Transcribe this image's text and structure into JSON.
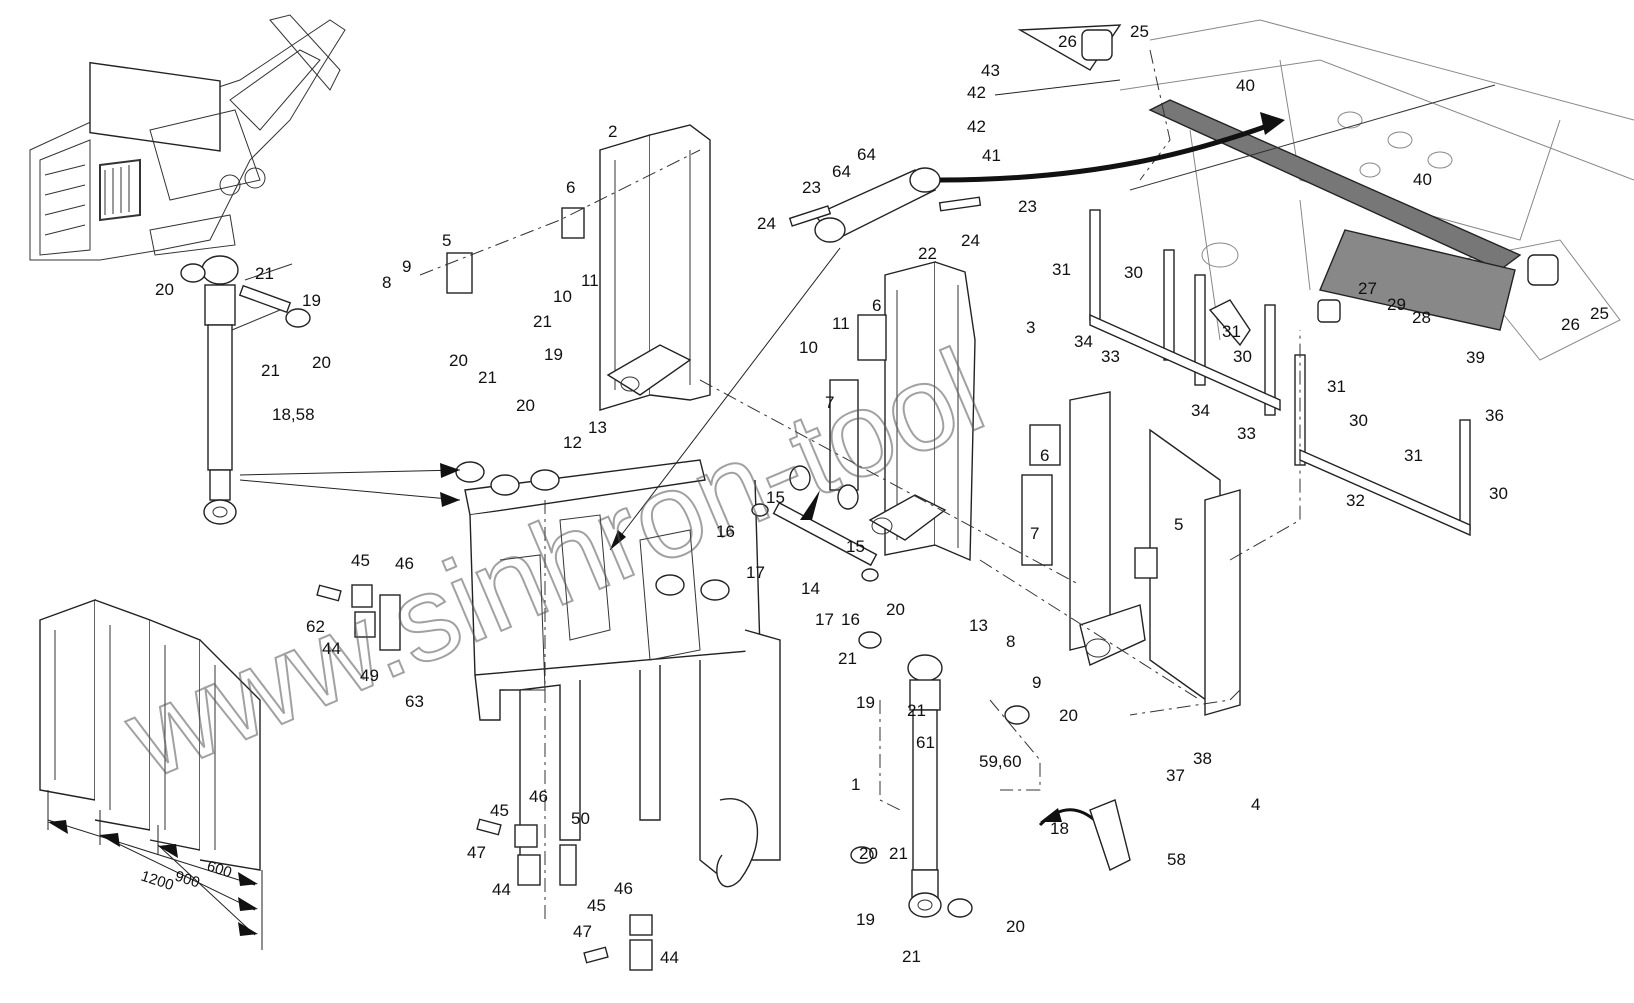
{
  "diagram": {
    "callouts": [
      {
        "id": "c-2",
        "text": "2"
      },
      {
        "id": "c-6a",
        "text": "6"
      },
      {
        "id": "c-5a",
        "text": "5"
      },
      {
        "id": "c-9a",
        "text": "9"
      },
      {
        "id": "c-8a",
        "text": "8"
      },
      {
        "id": "c-10a",
        "text": "10"
      },
      {
        "id": "c-11a",
        "text": "11"
      },
      {
        "id": "c-21a",
        "text": "21"
      },
      {
        "id": "c-19a",
        "text": "19"
      },
      {
        "id": "c-20a",
        "text": "20"
      },
      {
        "id": "c-21b",
        "text": "21"
      },
      {
        "id": "c-20b",
        "text": "20"
      },
      {
        "id": "c-18-58",
        "text": "18,58"
      },
      {
        "id": "c-21c",
        "text": "21"
      },
      {
        "id": "c-19b",
        "text": "19"
      },
      {
        "id": "c-20c",
        "text": "20"
      },
      {
        "id": "c-21d",
        "text": "21"
      },
      {
        "id": "c-20d",
        "text": "20"
      },
      {
        "id": "c-12",
        "text": "12"
      },
      {
        "id": "c-13a",
        "text": "13"
      },
      {
        "id": "c-64a",
        "text": "64"
      },
      {
        "id": "c-64b",
        "text": "64"
      },
      {
        "id": "c-23a",
        "text": "23"
      },
      {
        "id": "c-24a",
        "text": "24"
      },
      {
        "id": "c-22",
        "text": "22"
      },
      {
        "id": "c-23b",
        "text": "23"
      },
      {
        "id": "c-24b",
        "text": "24"
      },
      {
        "id": "c-26a",
        "text": "26"
      },
      {
        "id": "c-25a",
        "text": "25"
      },
      {
        "id": "c-43",
        "text": "43"
      },
      {
        "id": "c-42a",
        "text": "42"
      },
      {
        "id": "c-42b",
        "text": "42"
      },
      {
        "id": "c-41",
        "text": "41"
      },
      {
        "id": "c-40a",
        "text": "40"
      },
      {
        "id": "c-40b",
        "text": "40"
      },
      {
        "id": "c-31a",
        "text": "31"
      },
      {
        "id": "c-30a",
        "text": "30"
      },
      {
        "id": "c-34a",
        "text": "34"
      },
      {
        "id": "c-33a",
        "text": "33"
      },
      {
        "id": "c-31b",
        "text": "31"
      },
      {
        "id": "c-30b",
        "text": "30"
      },
      {
        "id": "c-34b",
        "text": "34"
      },
      {
        "id": "c-33b",
        "text": "33"
      },
      {
        "id": "c-27",
        "text": "27"
      },
      {
        "id": "c-29",
        "text": "29"
      },
      {
        "id": "c-28",
        "text": "28"
      },
      {
        "id": "c-26b",
        "text": "26"
      },
      {
        "id": "c-25b",
        "text": "25"
      },
      {
        "id": "c-39",
        "text": "39"
      },
      {
        "id": "c-31c",
        "text": "31"
      },
      {
        "id": "c-30c",
        "text": "30"
      },
      {
        "id": "c-36",
        "text": "36"
      },
      {
        "id": "c-31d",
        "text": "31"
      },
      {
        "id": "c-30d",
        "text": "30"
      },
      {
        "id": "c-32",
        "text": "32"
      },
      {
        "id": "c-6b",
        "text": "6"
      },
      {
        "id": "c-3",
        "text": "3"
      },
      {
        "id": "c-11b",
        "text": "11"
      },
      {
        "id": "c-10b",
        "text": "10"
      },
      {
        "id": "c-7a",
        "text": "7"
      },
      {
        "id": "c-6c",
        "text": "6"
      },
      {
        "id": "c-7b",
        "text": "7"
      },
      {
        "id": "c-5b",
        "text": "5"
      },
      {
        "id": "c-15a",
        "text": "15"
      },
      {
        "id": "c-15b",
        "text": "15"
      },
      {
        "id": "c-16a",
        "text": "16"
      },
      {
        "id": "c-17a",
        "text": "17"
      },
      {
        "id": "c-14",
        "text": "14"
      },
      {
        "id": "c-17b",
        "text": "17"
      },
      {
        "id": "c-16b",
        "text": "16"
      },
      {
        "id": "c-20e",
        "text": "20"
      },
      {
        "id": "c-13b",
        "text": "13"
      },
      {
        "id": "c-8b",
        "text": "8"
      },
      {
        "id": "c-9b",
        "text": "9"
      },
      {
        "id": "c-21e",
        "text": "21"
      },
      {
        "id": "c-19c",
        "text": "19"
      },
      {
        "id": "c-21f",
        "text": "21"
      },
      {
        "id": "c-20f",
        "text": "20"
      },
      {
        "id": "c-61",
        "text": "61"
      },
      {
        "id": "c-59-60",
        "text": "59,60"
      },
      {
        "id": "c-37",
        "text": "37"
      },
      {
        "id": "c-38",
        "text": "38"
      },
      {
        "id": "c-4",
        "text": "4"
      },
      {
        "id": "c-1",
        "text": "1"
      },
      {
        "id": "c-18",
        "text": "18"
      },
      {
        "id": "c-58",
        "text": "58"
      },
      {
        "id": "c-20g",
        "text": "20"
      },
      {
        "id": "c-21g",
        "text": "21"
      },
      {
        "id": "c-19d",
        "text": "19"
      },
      {
        "id": "c-21h",
        "text": "21"
      },
      {
        "id": "c-20h",
        "text": "20"
      },
      {
        "id": "c-45a",
        "text": "45"
      },
      {
        "id": "c-46a",
        "text": "46"
      },
      {
        "id": "c-62",
        "text": "62"
      },
      {
        "id": "c-44a",
        "text": "44"
      },
      {
        "id": "c-49",
        "text": "49"
      },
      {
        "id": "c-63",
        "text": "63"
      },
      {
        "id": "c-45b",
        "text": "45"
      },
      {
        "id": "c-46b",
        "text": "46"
      },
      {
        "id": "c-47a",
        "text": "47"
      },
      {
        "id": "c-50",
        "text": "50"
      },
      {
        "id": "c-44b",
        "text": "44"
      },
      {
        "id": "c-46c",
        "text": "46"
      },
      {
        "id": "c-45c",
        "text": "45"
      },
      {
        "id": "c-47b",
        "text": "47"
      },
      {
        "id": "c-44c",
        "text": "44"
      }
    ],
    "dimensions": [
      {
        "id": "d-600",
        "text": "600"
      },
      {
        "id": "d-900",
        "text": "900"
      },
      {
        "id": "d-1200",
        "text": "1200"
      }
    ],
    "watermark": "www.sinhron-tool"
  }
}
